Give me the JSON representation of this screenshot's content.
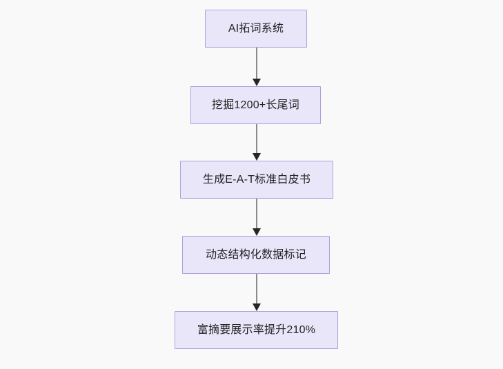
{
  "diagram": {
    "type": "flowchart",
    "direction": "top-to-bottom",
    "background_color": "#f9f9fa",
    "node_fill_color": "#e9e6fa",
    "node_border_color": "#b39ddb",
    "node_text_color": "#242424",
    "edge_line_color": "#8a8a8a",
    "edge_arrow_color": "#262626",
    "nodes": [
      {
        "id": "n1",
        "label": "AI拓词系统"
      },
      {
        "id": "n2",
        "label": "挖掘1200+长尾词"
      },
      {
        "id": "n3",
        "label": "生成E-A-T标准白皮书"
      },
      {
        "id": "n4",
        "label": "动态结构化数据标记"
      },
      {
        "id": "n5",
        "label": "富摘要展示率提升210%"
      }
    ],
    "edges": [
      {
        "id": "e1",
        "from": "n1",
        "to": "n2",
        "arrow": "down-arrow"
      },
      {
        "id": "e2",
        "from": "n2",
        "to": "n3",
        "arrow": "down-arrow"
      },
      {
        "id": "e3",
        "from": "n3",
        "to": "n4",
        "arrow": "down-arrow"
      },
      {
        "id": "e4",
        "from": "n4",
        "to": "n5",
        "arrow": "down-arrow"
      }
    ]
  }
}
